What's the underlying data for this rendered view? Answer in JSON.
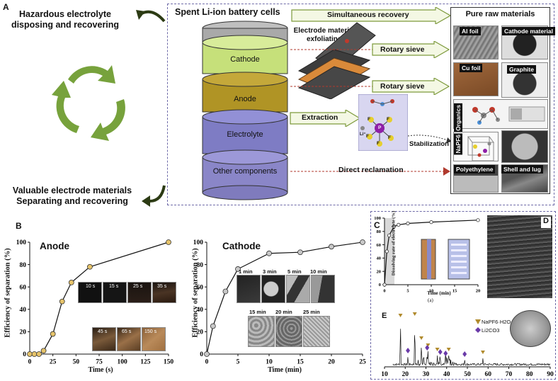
{
  "panelA": {
    "letter": "A",
    "top_left_text_1": "Hazardous electrolyte",
    "top_left_text_2": "disposing and recovering",
    "bottom_left_text_1": "Valuable electrode materials",
    "bottom_left_text_2": "Separating and recovering",
    "spent_title": "Spent Li-ion battery cells",
    "battery_layers": [
      "Cathode",
      "Anode",
      "Electrolyte",
      "Other components"
    ],
    "exfoliating_1": "Electrode material",
    "exfoliating_2": "exfoliating",
    "arrows": [
      "Simultaneous recovery",
      "Rotary sieve",
      "Rotary sieve",
      "Extraction",
      "Direct reclamation"
    ],
    "stabilization": "Stabilization",
    "pure_title": "Pure raw materials",
    "materials": [
      "Al foil",
      "Cathode material",
      "Cu foil",
      "Graphite",
      "Organics",
      "NaPF6",
      "Polyethylene",
      "Shell and lug"
    ],
    "mol_labels": [
      "F",
      "F",
      "F",
      "F",
      "F",
      "P",
      "Li⁺"
    ],
    "colors": {
      "cathode": "#c6e07a",
      "anode": "#b09425",
      "electrolyte": "#7e7cc4",
      "other": "#8a86c8",
      "arrow_fill": "#f4f8e4",
      "arrow_stroke": "#7d9a3c",
      "cycle": "#77a23c"
    }
  },
  "panelB": {
    "letter": "B",
    "ylabel": "Efficiency of separation (%)",
    "anode": {
      "title": "Anode",
      "xlabel": "Time (s)",
      "inset_labels": [
        "10 s",
        "15 s",
        "25 s",
        "35 s",
        "45 s",
        "65 s",
        "150 s"
      ]
    },
    "cathode": {
      "title": "Cathode",
      "xlabel": "Time (min)",
      "inset_labels": [
        "1 min",
        "3 min",
        "5 min",
        "10 min",
        "15 min",
        "20 min",
        "25 min"
      ]
    }
  },
  "panelC": {
    "letter": "C",
    "ylabel": "Dissolving rate of electrolyte (%)",
    "xlabel": "Time (min)",
    "sub": "(a)"
  },
  "panelD": {
    "letter": "D"
  },
  "panelE": {
    "letter": "E",
    "legend_1": "NaPF6·H2O",
    "legend_2": "Li2CO3"
  },
  "chart_data": [
    {
      "type": "line",
      "title": "Anode",
      "xlabel": "Time (s)",
      "ylabel": "Efficiency of separation (%)",
      "x": [
        0,
        5,
        10,
        15,
        25,
        35,
        45,
        65,
        150
      ],
      "values": [
        0,
        0,
        0,
        3,
        18,
        47,
        64,
        78,
        100
      ],
      "xlim": [
        0,
        150
      ],
      "ylim": [
        0,
        100
      ],
      "xticks": [
        0,
        25,
        50,
        75,
        100,
        125,
        150
      ],
      "yticks": [
        0,
        20,
        40,
        60,
        80,
        100
      ]
    },
    {
      "type": "line",
      "title": "Cathode",
      "xlabel": "Time (min)",
      "ylabel": "Efficiency of separation (%)",
      "x": [
        0,
        1,
        3,
        5,
        10,
        15,
        20,
        25
      ],
      "values": [
        0,
        25,
        56,
        76,
        90,
        91,
        96,
        100
      ],
      "xlim": [
        0,
        25
      ],
      "ylim": [
        0,
        100
      ],
      "xticks": [
        0,
        5,
        10,
        15,
        20,
        25
      ],
      "yticks": [
        0,
        20,
        40,
        60,
        80,
        100
      ]
    },
    {
      "type": "line",
      "xlabel": "Time (min)",
      "ylabel": "Dissolving rate of electrolyte (%)",
      "x": [
        0,
        0.5,
        1,
        2,
        3,
        5,
        10,
        20
      ],
      "values": [
        0,
        50,
        74,
        87,
        90,
        92,
        94,
        97
      ],
      "xlim": [
        0,
        20
      ],
      "ylim": [
        0,
        100
      ],
      "xticks": [
        0,
        5,
        10,
        15,
        20
      ],
      "yticks": [
        0,
        20,
        40,
        60,
        80,
        100
      ]
    },
    {
      "type": "line",
      "xticks": [
        10,
        20,
        30,
        40,
        50,
        60,
        70,
        80,
        90
      ],
      "xlim": [
        10,
        90
      ],
      "series": [
        {
          "name": "NaPF6·H2O"
        },
        {
          "name": "Li2CO3"
        }
      ],
      "napf6_peaks": [
        17.7,
        24.6,
        27.8,
        31.0,
        35.5,
        41.0,
        57.5
      ],
      "li2co3_peaks": [
        21.3,
        30.6,
        36.9,
        39.5,
        48.7
      ]
    }
  ]
}
